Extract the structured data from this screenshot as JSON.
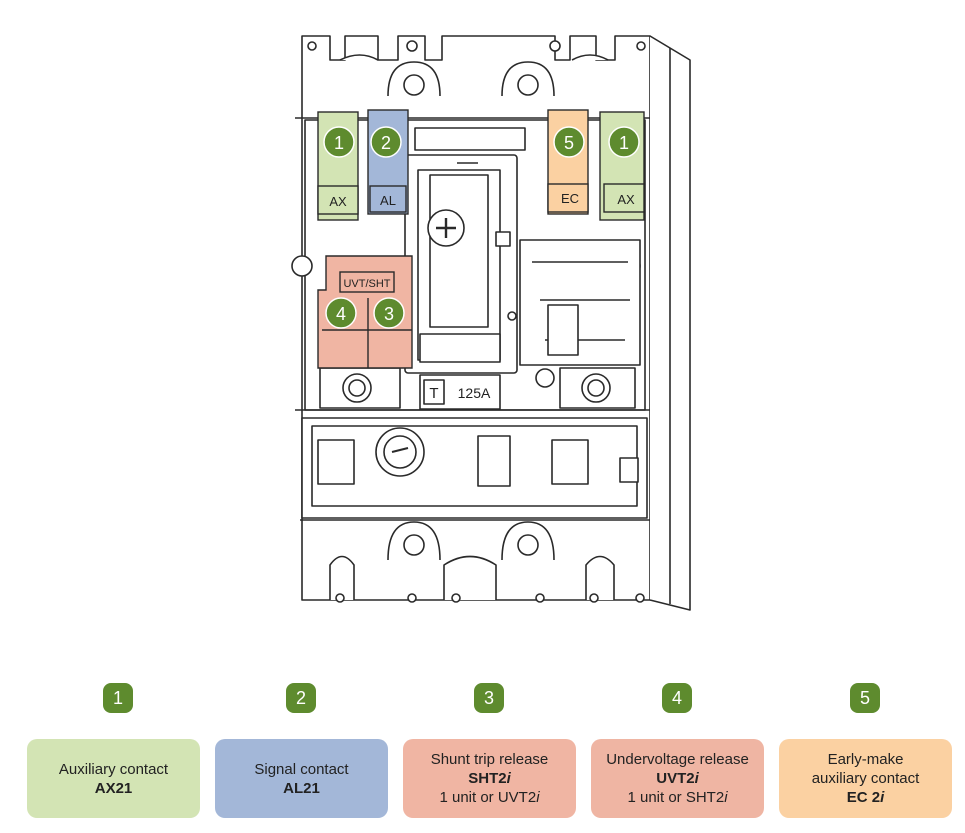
{
  "colors": {
    "badge": "#5e8b2e",
    "aux": "#d3e4b4",
    "signal": "#a3b7d8",
    "shunt": "#f0b5a3",
    "undervoltage": "#efb5a3",
    "earlymake": "#fbd1a2"
  },
  "device": {
    "labels": {
      "ax_left": "AX",
      "al": "AL",
      "ec": "EC",
      "ax_right": "AX",
      "uvt_sht": "UVT/SHT",
      "t": "T",
      "rating": "125A"
    },
    "badges": {
      "ax_left": "1",
      "al": "2",
      "ec": "5",
      "ax_right": "1",
      "uvt": "4",
      "sht": "3"
    }
  },
  "legend": [
    {
      "num": "1",
      "line1": "Auxiliary contact",
      "code": "AX21",
      "code_italic": "",
      "line3": "",
      "line3_italic": ""
    },
    {
      "num": "2",
      "line1": "Signal contact",
      "code": "AL21",
      "code_italic": "",
      "line3": "",
      "line3_italic": ""
    },
    {
      "num": "3",
      "line1": "Shunt trip release",
      "code": "SHT2",
      "code_italic": "i",
      "line3": "1 unit or UVT2",
      "line3_italic": "i"
    },
    {
      "num": "4",
      "line1": "Undervoltage release",
      "code": "UVT2",
      "code_italic": "i",
      "line3": "1 unit or SHT2",
      "line3_italic": "i"
    },
    {
      "num": "5",
      "line1": "Early-make",
      "line1b": "auxiliary contact",
      "code": "EC 2",
      "code_italic": "i",
      "line3": "",
      "line3_italic": ""
    }
  ]
}
